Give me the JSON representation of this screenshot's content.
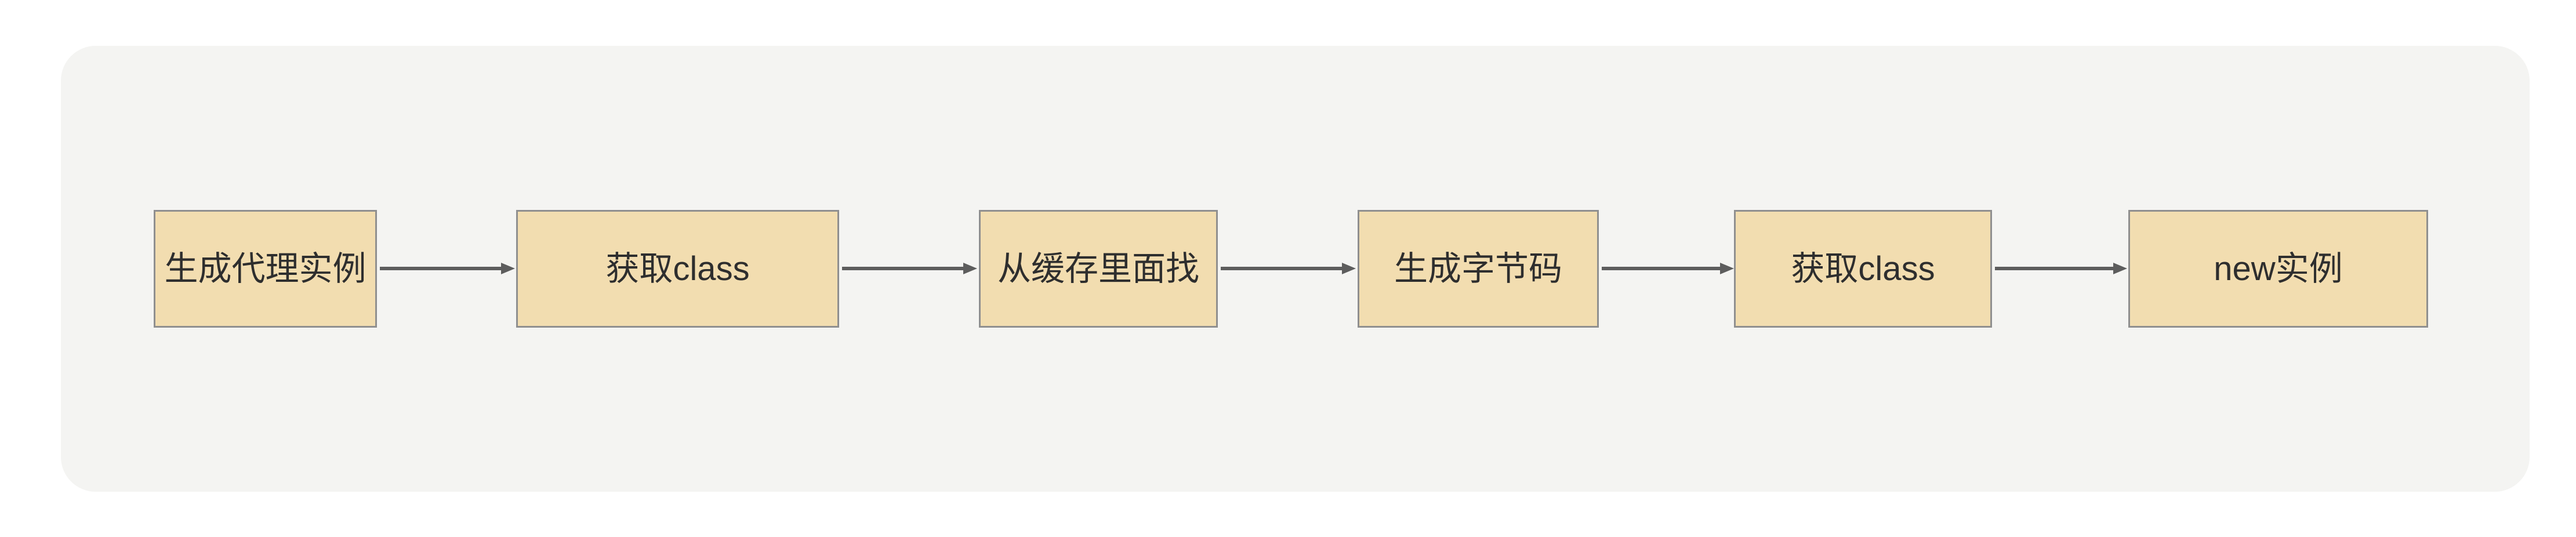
{
  "diagram": {
    "type": "flowchart",
    "direction": "left-to-right",
    "panel": {
      "background_color": "#f4f4f2",
      "corner_radius": "60px"
    },
    "node_style": {
      "fill_color": "#f2ddb0",
      "border_color": "#8f8f8f",
      "text_color": "#2e2e2e"
    },
    "edge_style": {
      "line_color": "#5d5d5d",
      "arrowhead": "solid-triangle"
    },
    "nodes": [
      {
        "id": "n1",
        "label": "生成代理实例"
      },
      {
        "id": "n2",
        "label": "获取class"
      },
      {
        "id": "n3",
        "label": "从缓存里面找"
      },
      {
        "id": "n4",
        "label": "生成字节码"
      },
      {
        "id": "n5",
        "label": "获取class"
      },
      {
        "id": "n6",
        "label": "new实例"
      }
    ],
    "edges": [
      {
        "from": "n1",
        "to": "n2",
        "label": ""
      },
      {
        "from": "n2",
        "to": "n3",
        "label": ""
      },
      {
        "from": "n3",
        "to": "n4",
        "label": ""
      },
      {
        "from": "n4",
        "to": "n5",
        "label": ""
      },
      {
        "from": "n5",
        "to": "n6",
        "label": ""
      }
    ]
  }
}
